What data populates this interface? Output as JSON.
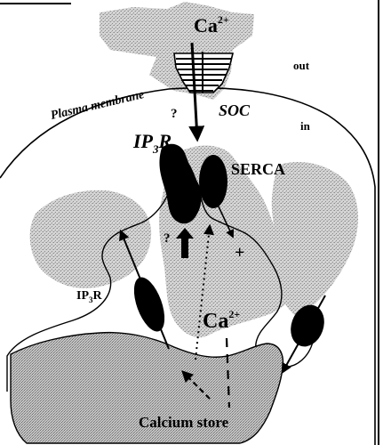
{
  "labels": {
    "calcium_top": "Ca",
    "calcium_top_sup": "2+",
    "out": "out",
    "in": "in",
    "plasma_membrane": "Plasma membrane",
    "soc": "SOC",
    "ip3r_top_q": "?",
    "ip3r_top_ip": "IP",
    "ip3r_top_sub": "3",
    "ip3r_top_r": "R",
    "serca": "SERCA",
    "q_lower": "?",
    "plus": "+",
    "ip3r_left_ip": "IP",
    "ip3r_left_sub": "3",
    "ip3r_left_r": "R",
    "calcium_mid": "Ca",
    "calcium_mid_sup": "2+",
    "calcium_store": "Calcium store"
  }
}
